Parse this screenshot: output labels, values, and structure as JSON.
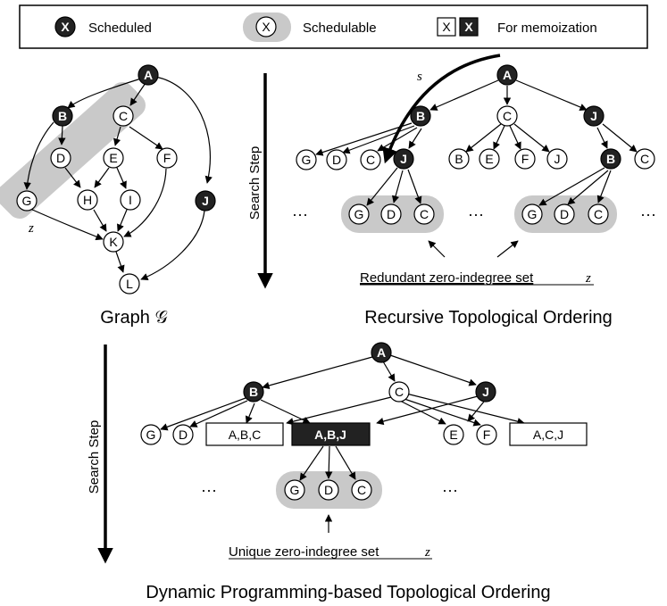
{
  "legend": {
    "scheduled": {
      "glyph": "X",
      "label": "Scheduled"
    },
    "schedulable": {
      "glyph": "X",
      "label": "Schedulable"
    },
    "memo": {
      "glyph_open": "X",
      "glyph_dark": "X",
      "label": "For memoization"
    }
  },
  "graph": {
    "caption": "Graph 𝒢",
    "z_label": "z",
    "nodes": {
      "A": "A",
      "B": "B",
      "C": "C",
      "D": "D",
      "E": "E",
      "F": "F",
      "G": "G",
      "H": "H",
      "I": "I",
      "J": "J",
      "K": "K",
      "L": "L"
    }
  },
  "recursive": {
    "caption": "Recursive Topological Ordering",
    "search_step": "Search Step",
    "s_label": "s",
    "redundant_label": "Redundant zero-indegree set",
    "redundant_var": "z",
    "dots": "···"
  },
  "dp": {
    "caption": "Dynamic Programming-based Topological Ordering",
    "search_step": "Search Step",
    "unique_label": "Unique zero-indegree set",
    "unique_var": "z",
    "box_abc": "A,B,C",
    "box_abj": "A,B,J",
    "box_acj": "A,C,J",
    "dots": "···"
  },
  "colors": {
    "dark": "#222222",
    "highlight": "#c9c9c9"
  }
}
